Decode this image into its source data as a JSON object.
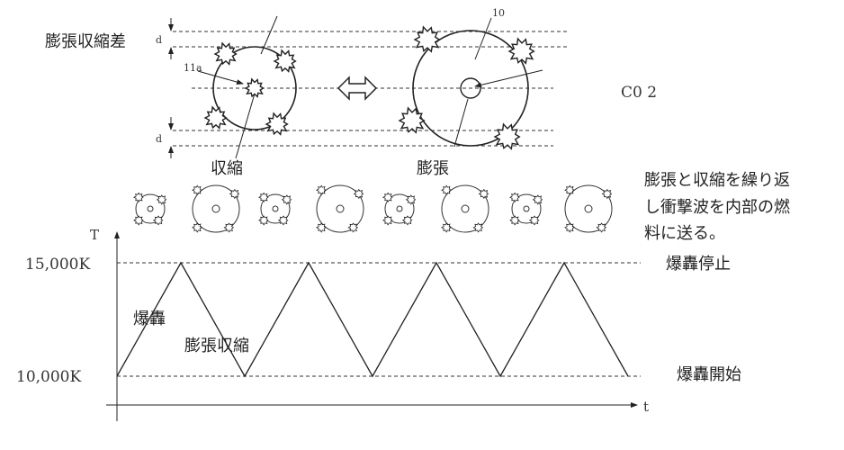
{
  "labels": {
    "expansion_contraction_diff": "膨張収縮差",
    "d": "d",
    "ref_11a": "11a",
    "ref_10": "10",
    "contraction": "収縮",
    "expansion": "膨張",
    "co2": "C0 2",
    "description_lines": [
      "膨張と収縮を繰り返",
      "し衝撃波を内部の燃",
      "料に送る。"
    ]
  },
  "graph": {
    "y_axis_label": "T",
    "x_axis_label": "t",
    "upper_level": "15,000K",
    "lower_level": "10,000K",
    "upper_label": "爆轟停止",
    "lower_label": "爆轟開始",
    "detonation_label": "爆轟",
    "cycle_label": "膨張収縮",
    "cycles": 4
  }
}
